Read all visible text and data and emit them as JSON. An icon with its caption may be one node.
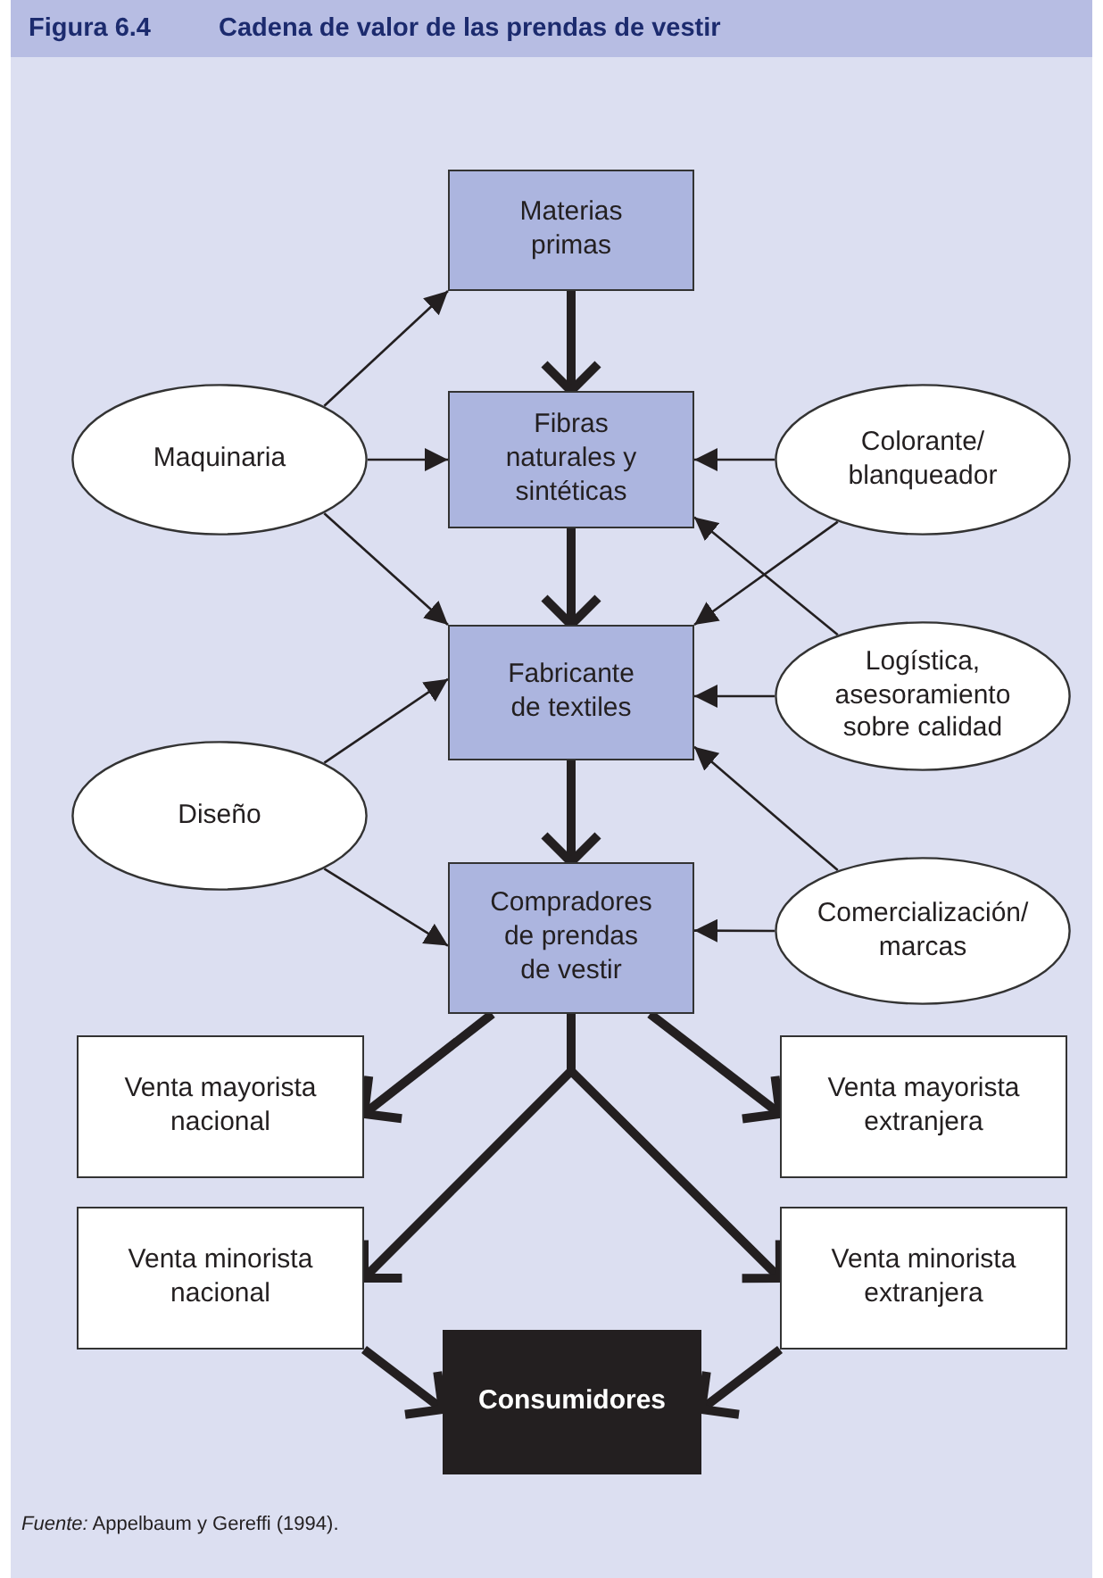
{
  "diagram": {
    "title": "Cadena de valor de las prendas de vestir",
    "caption": "*Fuente:* Appelbaum y Gereffi (1994).",
    "nodes": [
      {
        "text": [
          "Materias primas"
        ]
      },
      {
        "text": [
          "Fibras naturales y sintéticas"
        ]
      },
      {
        "text": [
          "Fabricante de textiles"
        ]
      },
      {
        "text": [
          "Compradores de prendas de vestir"
        ]
      },
      {
        "text": [
          "Maquinaria"
        ]
      },
      {
        "text": [
          "Colorante/ blanqueador"
        ]
      },
      {
        "text": [
          "Logística, asesoramiento sobre calidad"
        ]
      },
      {
        "text": [
          "Diseño"
        ]
      },
      {
        "text": [
          "Comercialización/ marcas"
        ]
      },
      {
        "text": [
          "Venta mayorista nacional"
        ]
      },
      {
        "text": [
          "Venta mayorista extranjera"
        ]
      },
      {
        "text": [
          "Venta minorista nacional"
        ]
      },
      {
        "text": [
          "Venta minorista extranjera"
        ]
      },
      {
        "text": [
          "Consumidores"
        ]
      }
    ],
    "edges": [
      {
        "from": 0,
        "to": 1,
        "arrow": "to",
        "style": "thick"
      },
      {
        "from": 1,
        "to": 2,
        "arrow": "to",
        "style": "thick"
      },
      {
        "from": 2,
        "to": 3,
        "arrow": "to",
        "style": "thick"
      },
      {
        "from": 3,
        "to": 9,
        "arrow": "to",
        "style": "thick"
      },
      {
        "from": 3,
        "to": 10,
        "arrow": "to",
        "style": "thick"
      },
      {
        "from": 3,
        "to": 11,
        "arrow": "to",
        "style": "thick"
      },
      {
        "from": 3,
        "to": 12,
        "arrow": "to",
        "style": "thick"
      },
      {
        "from": 11,
        "to": 13,
        "arrow": "to",
        "style": "thick"
      },
      {
        "from": 12,
        "to": 13,
        "arrow": "to",
        "style": "thick"
      },
      {
        "from": 4,
        "to": 0,
        "arrow": "to"
      },
      {
        "from": 4,
        "to": 1,
        "arrow": "to"
      },
      {
        "from": 4,
        "to": 2,
        "arrow": "to"
      },
      {
        "from": 5,
        "to": 1,
        "arrow": "to"
      },
      {
        "from": 5,
        "to": 2,
        "arrow": "to"
      },
      {
        "from": 6,
        "to": 1,
        "arrow": "to"
      },
      {
        "from": 6,
        "to": 2,
        "arrow": "to"
      },
      {
        "from": 7,
        "to": 2,
        "arrow": "to"
      },
      {
        "from": 7,
        "to": 3,
        "arrow": "to"
      },
      {
        "from": 8,
        "to": 3,
        "arrow": "to"
      },
      {
        "from": 8,
        "to": 2,
        "arrow": "to"
      }
    ],
    "labels": [
      "Figura 6.4"
    ]
  }
}
